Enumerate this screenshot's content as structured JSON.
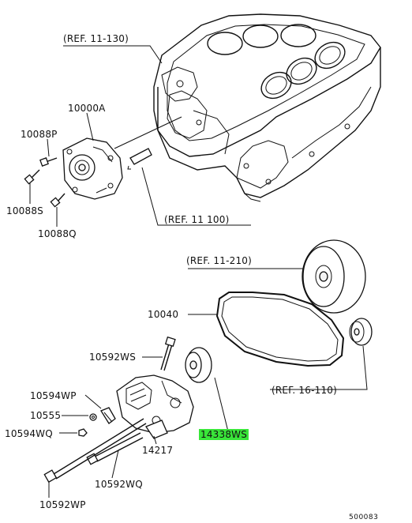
{
  "labels": {
    "ref_11_130": "(REF. 11-130)",
    "p10000A": "10000A",
    "p10088P": "10088P",
    "p10088S": "10088S",
    "p10088Q": "10088Q",
    "ref_11_100": "(REF. 11 100)",
    "ref_11_210": "(REF. 11-210)",
    "p10040": "10040",
    "p10592WS": "10592WS",
    "ref_16_110": "(REF. 16-110)",
    "p10594WP": "10594WP",
    "p10555": "10555",
    "p10594WQ": "10594WQ",
    "p14338WS": "14338WS",
    "p14217": "14217",
    "p10592WQ": "10592WQ",
    "p10592WP": "10592WP",
    "diagram_code": "500083"
  },
  "colors": {
    "highlight": "#39e639",
    "line": "#111111"
  }
}
